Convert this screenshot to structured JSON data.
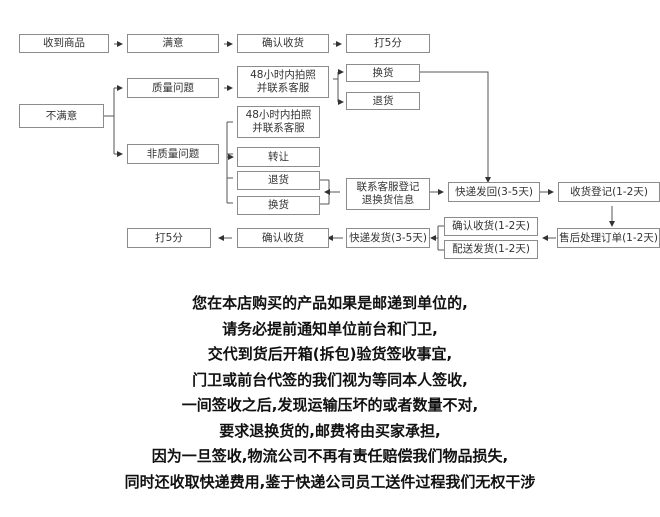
{
  "diagram": {
    "nodes": {
      "received": "收到商品",
      "satisfied": "满意",
      "confirm_top": "确认收货",
      "rate_top": "打5分",
      "unsatisfied": "不满意",
      "quality_issue": "质量问题",
      "photo_contact_1": "48小时内拍照\n并联系客服",
      "exchange_1": "换货",
      "return_1": "退货",
      "photo_contact_2": "48小时内拍照\n并联系客服",
      "non_quality_issue": "非质量问题",
      "transfer": "转让",
      "return_2": "退货",
      "exchange_2": "换货",
      "register_info": "联系客服登记\n退换货信息",
      "express_return": "快递发回(3-5天)",
      "receipt_register": "收货登记(1-2天)",
      "confirm_receipt_mid": "确认收货(1-2天)",
      "dispatch": "配送发货(1-2天)",
      "after_sales": "售后处理订单(1-2天)",
      "express_ship": "快递发货(3-5天)",
      "confirm_bottom": "确认收货",
      "rate_bottom": "打5分"
    }
  },
  "notes": [
    "您在本店购买的产品如果是邮递到单位的,",
    "请务必提前通知单位前台和门卫,",
    "交代到货后开箱(拆包)验货签收事宜,",
    "门卫或前台代签的我们视为等同本人签收,",
    "一间签收之后,发现运输压坏的或者数量不对,",
    "要求退换货的,邮费将由买家承担,",
    "因为一旦签收,物流公司不再有责任赔偿我们物品损失,",
    "同时还收取快递费用,鉴于快递公司员工送件过程我们无权干涉"
  ]
}
